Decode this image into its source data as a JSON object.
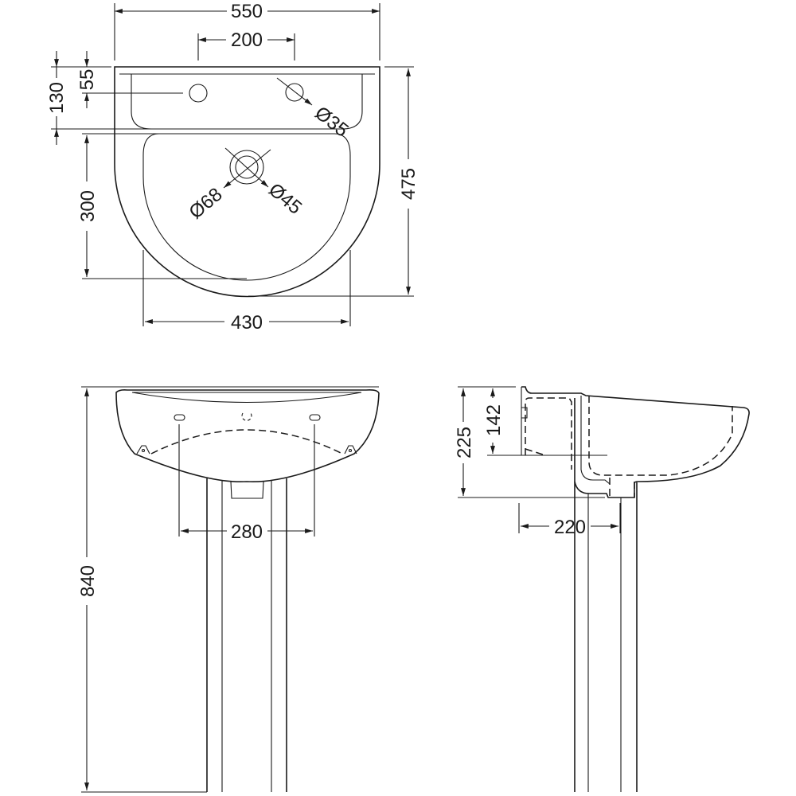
{
  "title": "Basin and pedestal dimension drawing",
  "colors": {
    "line": "#1a1a1a",
    "background": "#ffffff"
  },
  "plan_view": {
    "overall_width": "550",
    "tap_hole_spacing": "200",
    "depth_to_overflow": "130",
    "tap_hole_offset": "55",
    "tap_hole_diameter": "Ø35",
    "bowl_depth": "300",
    "waste_outer_diameter": "Ø68",
    "waste_inner_diameter": "Ø45",
    "overall_depth": "475",
    "bowl_width": "430"
  },
  "front_view": {
    "fixing_centres": "280",
    "overall_height": "840"
  },
  "side_view": {
    "basin_height": "225",
    "fixing_height": "142",
    "wall_to_pedestal": "220"
  }
}
